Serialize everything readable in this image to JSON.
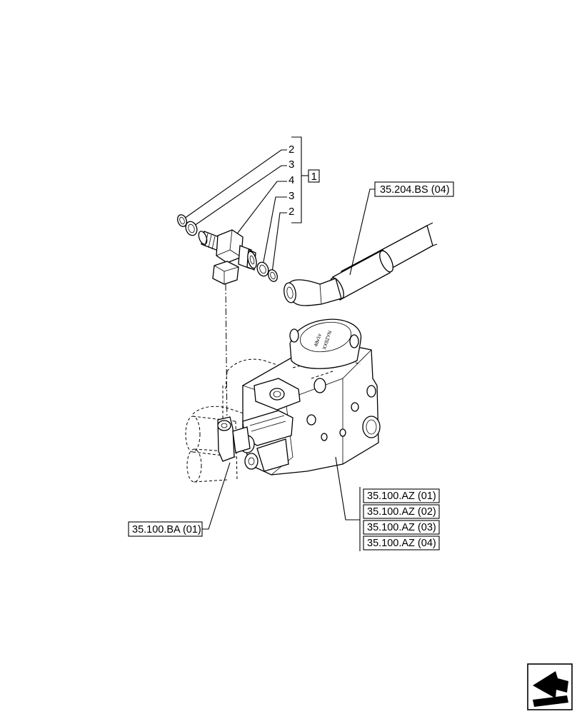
{
  "callouts": {
    "part_2_upper": "2",
    "part_3_upper": "3",
    "part_4": "4",
    "part_3_lower": "3",
    "part_2_lower": "2",
    "group_ref": "1"
  },
  "references": {
    "hose_ref": "35.204.BS (04)",
    "valve_ref": "35.100.BA (01)",
    "az_refs": [
      "35.100.AZ (01)",
      "35.100.AZ (02)",
      "35.100.AZ (03)",
      "35.100.AZ (04)"
    ]
  },
  "cap_marking": {
    "line1": "48v1v",
    "line2": "XX9ZYN"
  },
  "icons": {
    "nav": "back-arrow-icon"
  }
}
